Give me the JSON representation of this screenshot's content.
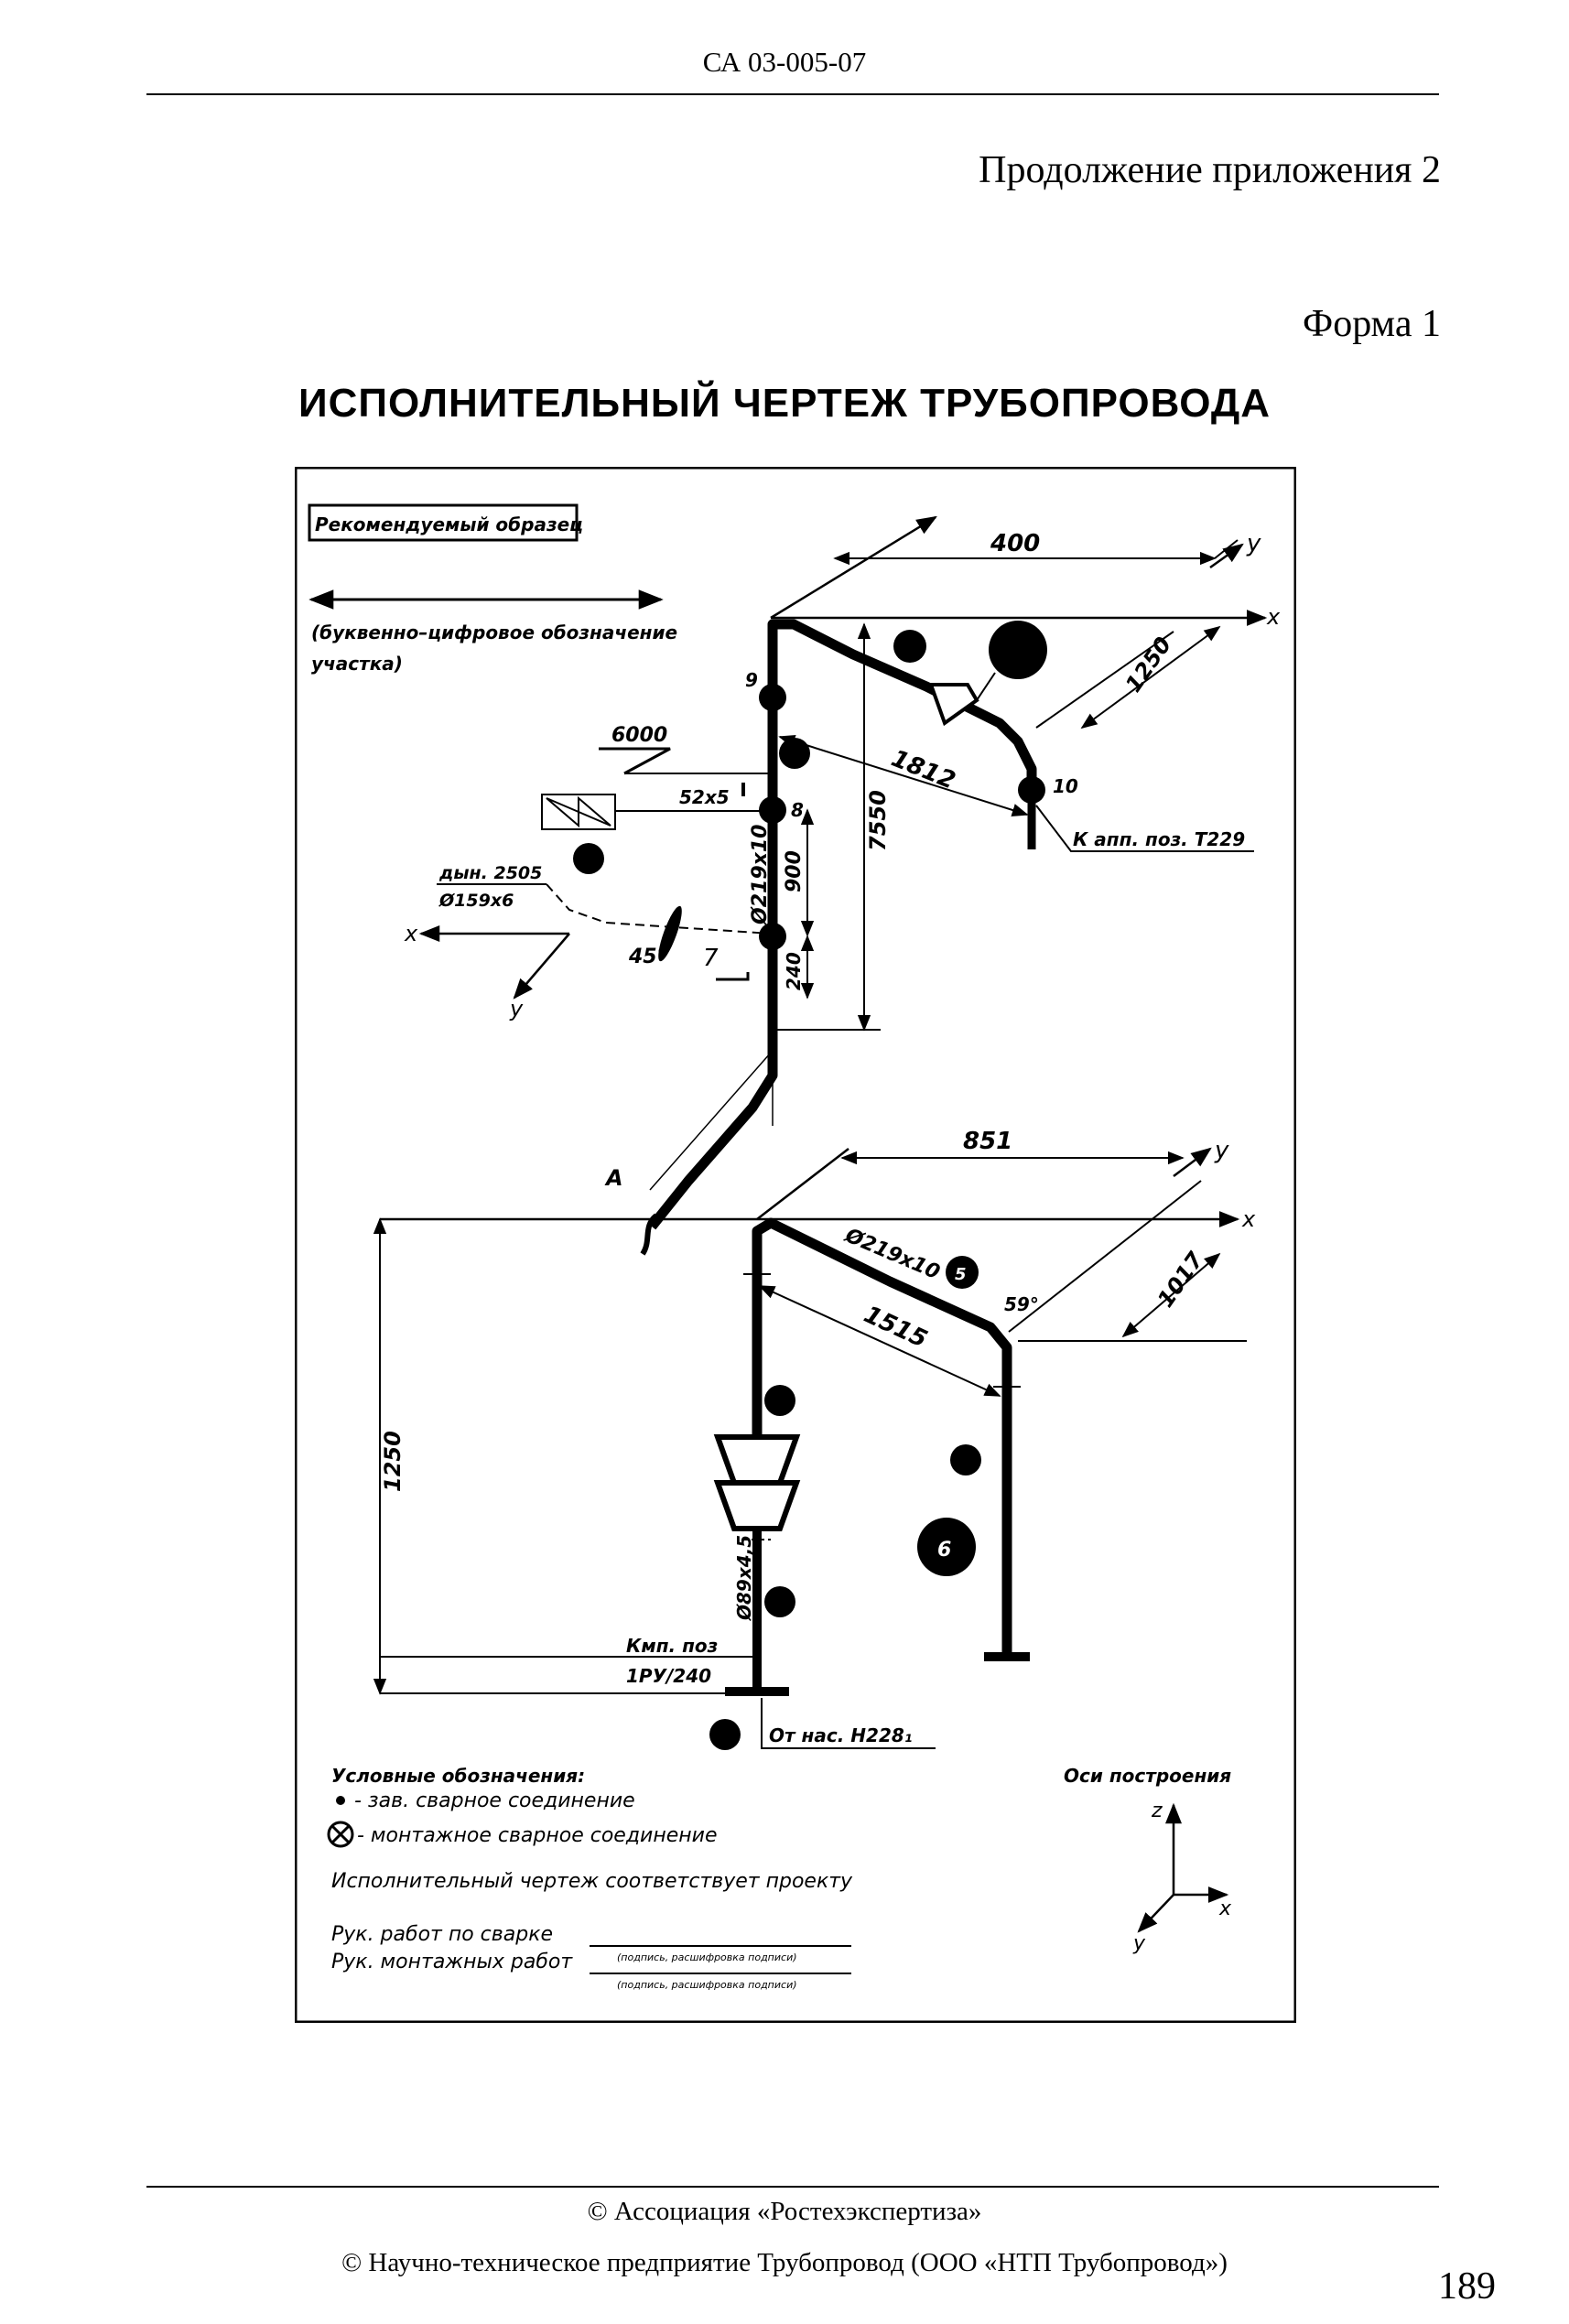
{
  "header": {
    "doc_code": "СА 03-005-07",
    "appendix_continuation": "Продолжение приложения 2",
    "form_label": "Форма 1"
  },
  "title": "ИСПОЛНИТЕЛЬНЫЙ ЧЕРТЕЖ ТРУБОПРОВОДА",
  "drawing": {
    "sample_stamp": "Рекомендуемый образец",
    "section_hint_line1": "(буквенно–цифровое обозначение",
    "section_hint_line2": "участка)",
    "upper": {
      "dim_400": "400",
      "dim_1250": "1250",
      "dim_1812": "1812",
      "dim_7550": "7550",
      "dim_900": "900",
      "dim_240": "240",
      "pipe_spec": "Ø219х10",
      "elev_6000": "6000",
      "branch_52": "52х5",
      "branch_label_1": "дын. 2505",
      "branch_label_2": "Ø159х6",
      "angle_45": "45°",
      "weld_7": "7",
      "weld_8": "8",
      "weld_9": "9",
      "weld_10": "10",
      "to_apparatus": "К апп. поз. Т229",
      "mark_A": "А",
      "axis_x": "x",
      "axis_y": "y",
      "axis_x_left": "x",
      "axis_y_left": "y"
    },
    "lower": {
      "dim_851": "851",
      "dim_1017": "1017",
      "dim_1515": "1515",
      "dim_1250": "1250",
      "angle_59": "59°",
      "pipe_spec_top": "Ø219х10",
      "pipe_spec_small": "Ø89х4,5",
      "km_label_1": "Кмп. поз",
      "km_label_2": "1РУ/240",
      "from_pump": "От нас. Н228₁",
      "weld_5": "5",
      "weld_6": "6",
      "axis_x": "x",
      "axis_y": "y"
    },
    "legend": {
      "title": "Условные обозначения:",
      "factory_weld": "- зав. сварное соединение",
      "field_weld": "- монтажное сварное соединение",
      "conformity": "Исполнительный чертеж соответствует проекту",
      "welding_head": "Рук. работ по сварке",
      "assembly_head": "Рук. монтажных работ",
      "signature_hint_1": "(подпись, расшифровка подписи)",
      "signature_hint_2": "(подпись, расшифровка подписи)",
      "axes_title": "Оси построения",
      "axis_z": "z",
      "axis_x": "x",
      "axis_y": "y"
    }
  },
  "footer": {
    "line1": "© Ассоциация «Ростехэкспертиза»",
    "line2": "© Научно-техническое предприятие Трубопровод  (ООО «НТП Трубопровод»)",
    "page_number": "189"
  }
}
